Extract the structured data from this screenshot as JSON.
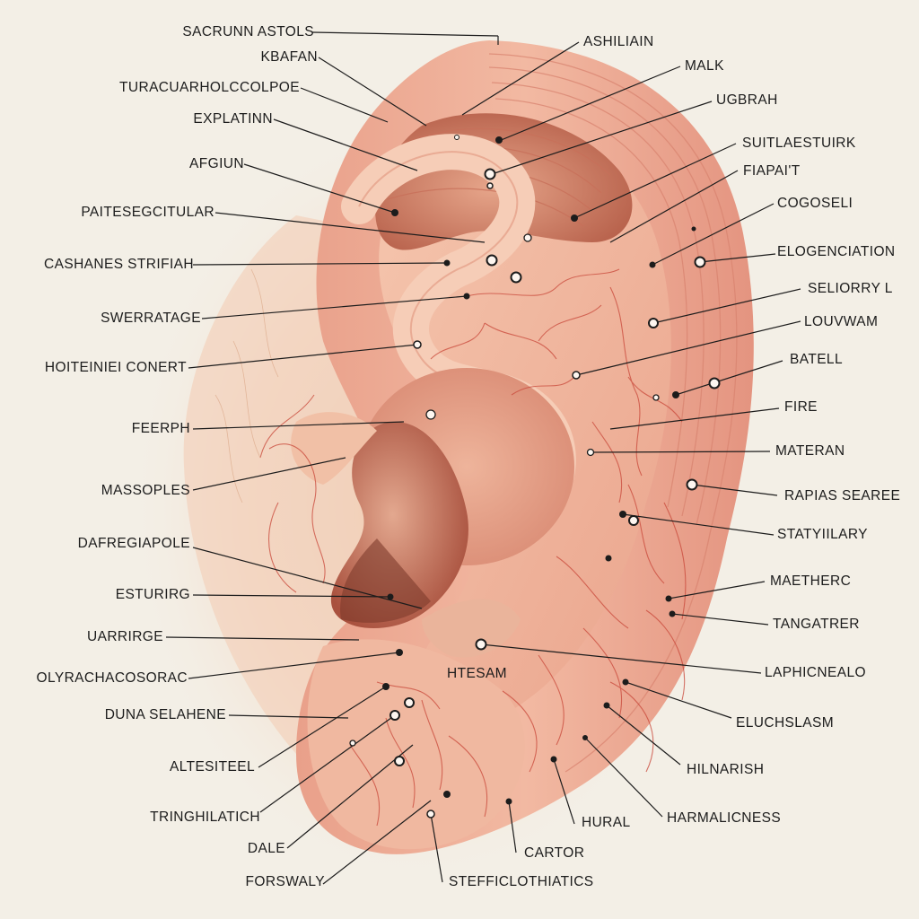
{
  "diagram": {
    "labels": {
      "l01": "SACRUNN ASTOLS",
      "l02": "KBAFAN",
      "l03": "TURACUARHOLCCOLPOE",
      "l04": "EXPLATINN",
      "l05": "AFGIUN",
      "l06": "PAITESEGCITULAR",
      "l07": "CASHANES STRIFIAH",
      "l08": "SWERRATAGE",
      "l09": "HOITEINIEI CONERT",
      "l10": "FEERPH",
      "l11": "MASSOPLES",
      "l12": "DAFREGIAPOLE",
      "l13": "ESTURIRG",
      "l14": "UARRIRGE",
      "l15": "OLYRACHACOSORAC",
      "l16": "DUNA SELAHENE",
      "l17": "ALTESITEEL",
      "l18": "TRINGHILATICH",
      "l19": "DALE",
      "l20": "FORSWALY",
      "r01": "ASHILIAIN",
      "r02": "MALK",
      "r03": "UGBRAH",
      "r04": "SUITLAESTUIRK",
      "r05": "FIAPAI'T",
      "r06": "COGOSELI",
      "r07": "ELOGENCIATION",
      "r08": "SELIORRY L",
      "r09": "LOUVWAM",
      "r10": "BATELL",
      "r11": "FIRE",
      "r12": "MATERAN",
      "r13": "RAPIAS SEAREE",
      "r14": "STATYIILARY",
      "r15": "MAETHERC",
      "r16": "TANGATRER",
      "r17": "LAPHICNEALO",
      "r18": "ELUCHSLASM",
      "r19": "HILNARISH",
      "r20": "HARMALICNESS",
      "b01": "HURAL",
      "b02": "CARTOR",
      "b03": "STEFFICLOTHIATICS",
      "c01": "HTESAM"
    },
    "colors": {
      "background": "#f3efe6",
      "skin": "#efb39c",
      "skin_light": "#f6cdb7",
      "canal_dark": "#8a4432",
      "vessel": "#c9483a",
      "leader_line": "#1c1c1c"
    }
  }
}
